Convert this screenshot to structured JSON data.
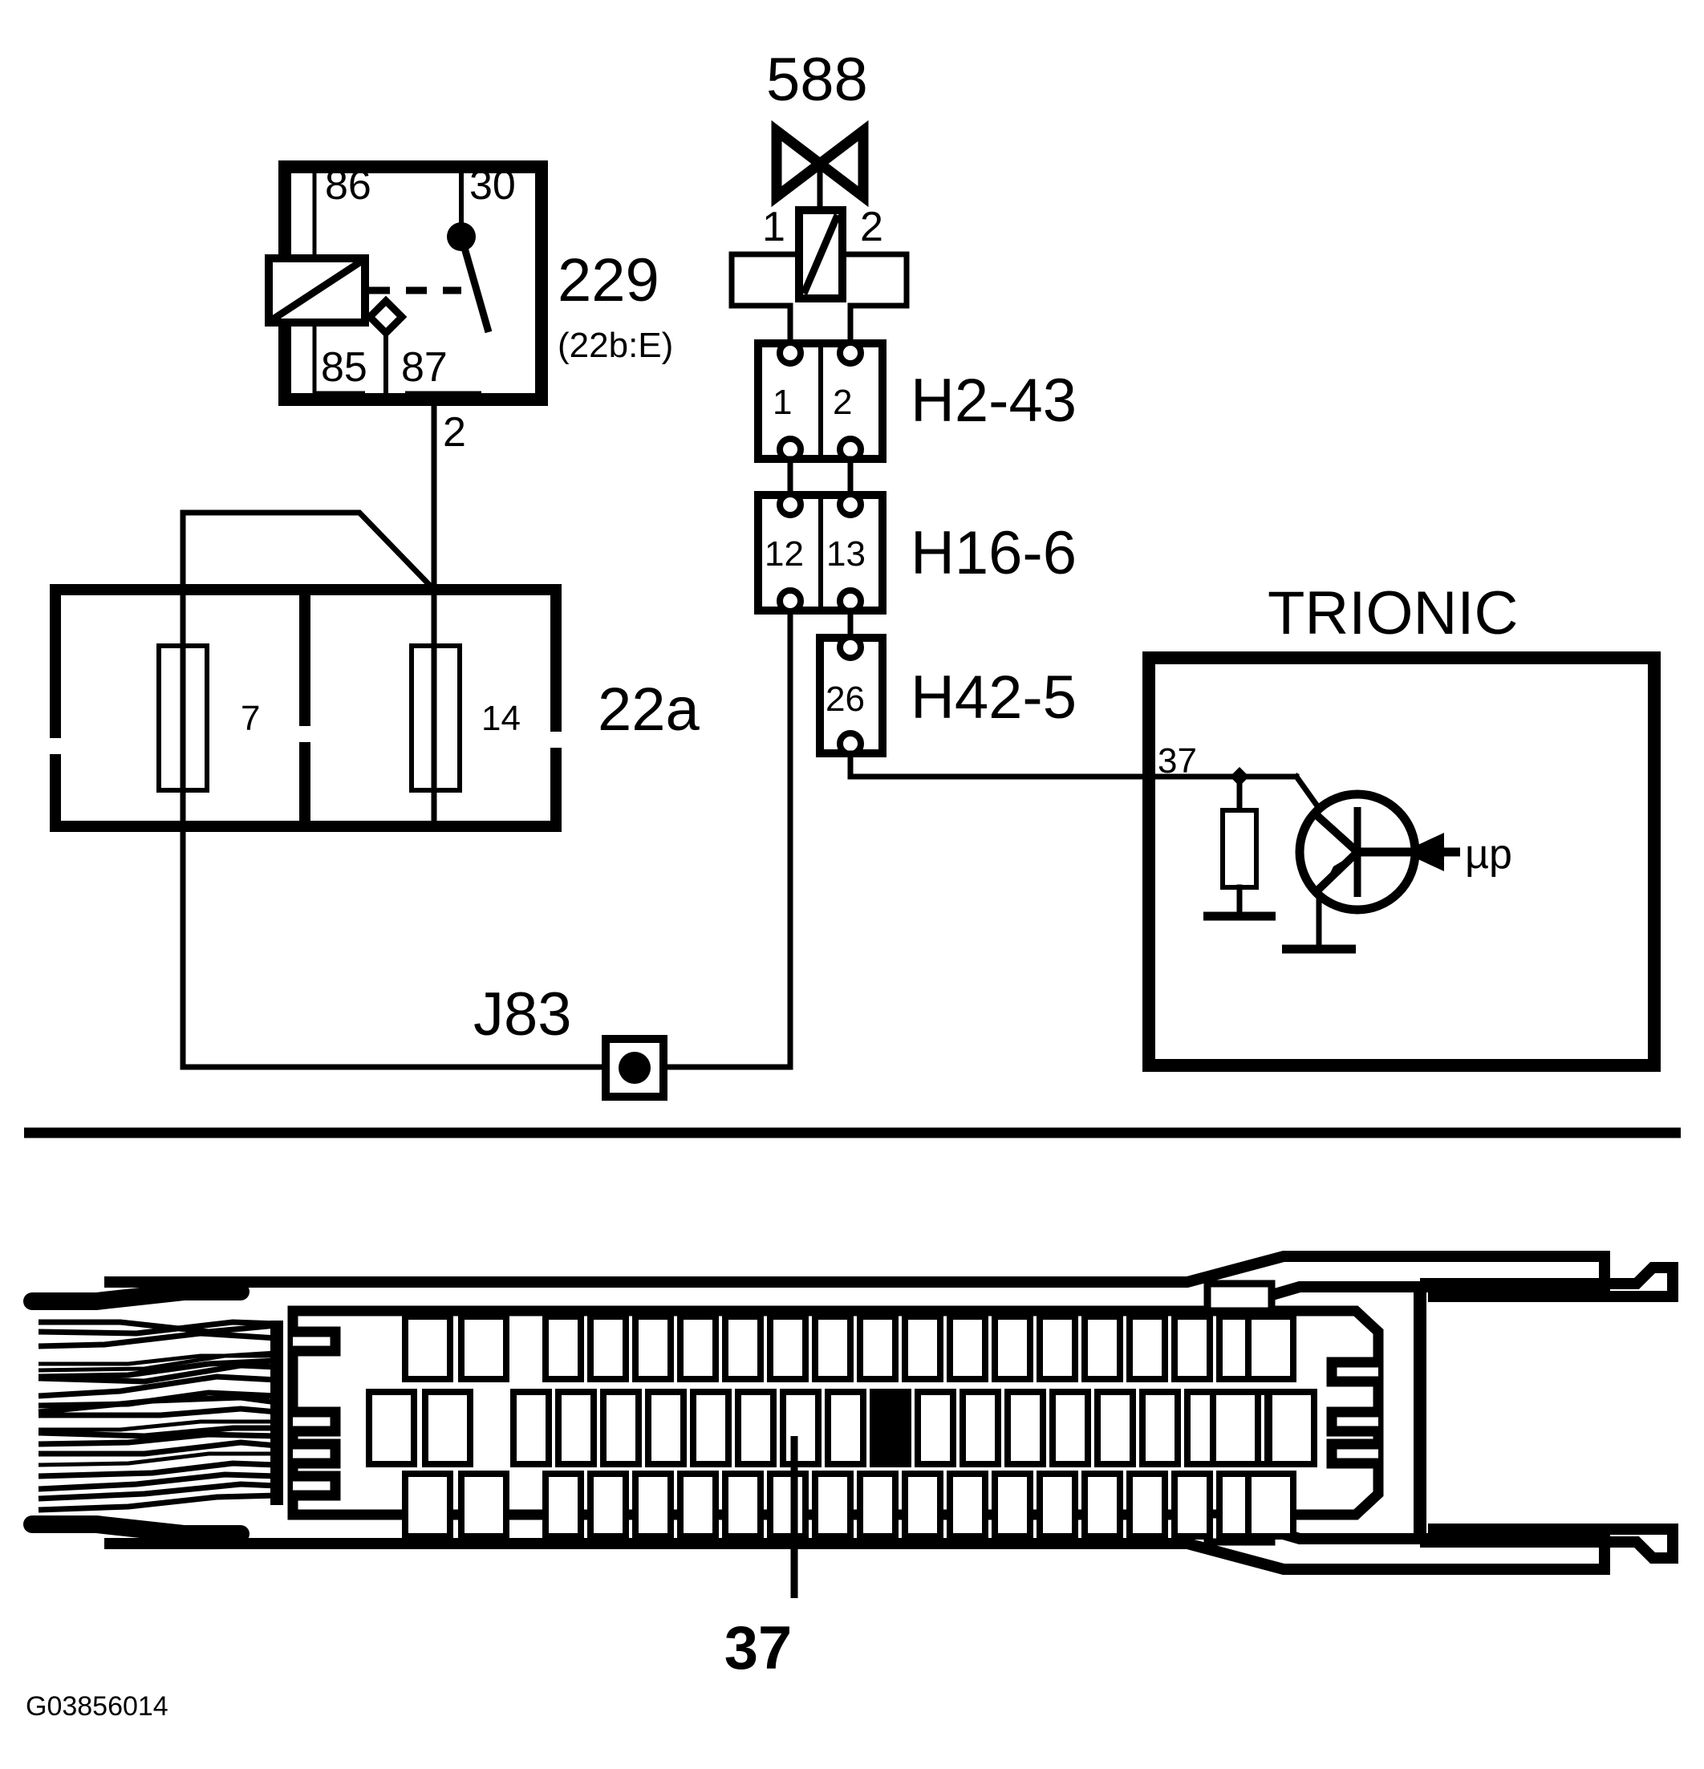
{
  "diagram": {
    "graphic_id": "G03856014",
    "components": {
      "relay": {
        "id": "229",
        "location": "(22b:E)",
        "terminals": {
          "coil_hi": "86",
          "common": "30",
          "coil_lo": "85",
          "no_contact": "87"
        },
        "output_wire_number": "2"
      },
      "fusebox": {
        "id": "22a",
        "fuses": [
          {
            "number": "7"
          },
          {
            "number": "14"
          }
        ]
      },
      "valve": {
        "id": "588",
        "terminals": [
          "1",
          "2"
        ]
      },
      "connectors": [
        {
          "name": "H2-43",
          "pins": [
            "1",
            "2"
          ]
        },
        {
          "name": "H16-6",
          "pins": [
            "12",
            "13"
          ]
        },
        {
          "name": "H42-5",
          "pins": [
            "26"
          ]
        }
      ],
      "splice": {
        "id": "J83"
      },
      "ecu": {
        "name": "TRIONIC",
        "pin": "37",
        "internal_label": "µp"
      }
    },
    "connector_view": {
      "highlighted_pin": "37",
      "rows": [
        {
          "name": "top-row",
          "left_group": 2,
          "main_group": 16,
          "right_group": 1,
          "filled_index": null
        },
        {
          "name": "middle-row",
          "left_group": 2,
          "main_group": 17,
          "right_group": 2,
          "filled_index": 8
        },
        {
          "name": "bottom-row",
          "left_group": 2,
          "main_group": 16,
          "right_group": 1,
          "filled_index": null
        }
      ]
    }
  }
}
